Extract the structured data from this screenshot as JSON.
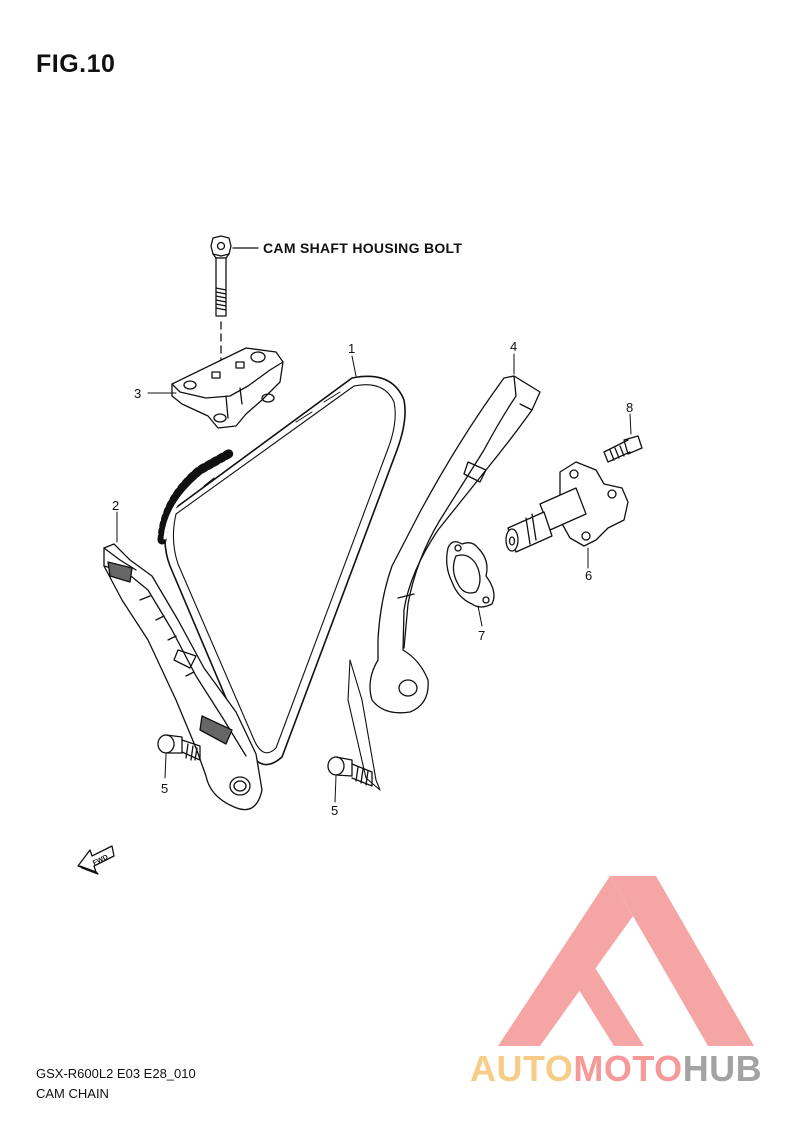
{
  "figure": {
    "title": "FIG.10",
    "model_code": "GSX-R600L2 E03 E28_010",
    "section_name": "CAM CHAIN"
  },
  "labels": {
    "housing_bolt": "CAM SHAFT HOUSING BOLT",
    "fwd": "FWD"
  },
  "callouts": {
    "p1": "1",
    "p2": "2",
    "p3": "3",
    "p4": "4",
    "p5a": "5",
    "p5b": "5",
    "p6": "6",
    "p7": "7",
    "p8": "8"
  },
  "watermark": {
    "part1": "AUTO",
    "part2": "MOTO",
    "part3": "HUB",
    "colors": {
      "auto": "#f6c77b",
      "moto": "#f48f8f",
      "hub": "#9a9a9a",
      "logo": "#f48f8f"
    }
  }
}
